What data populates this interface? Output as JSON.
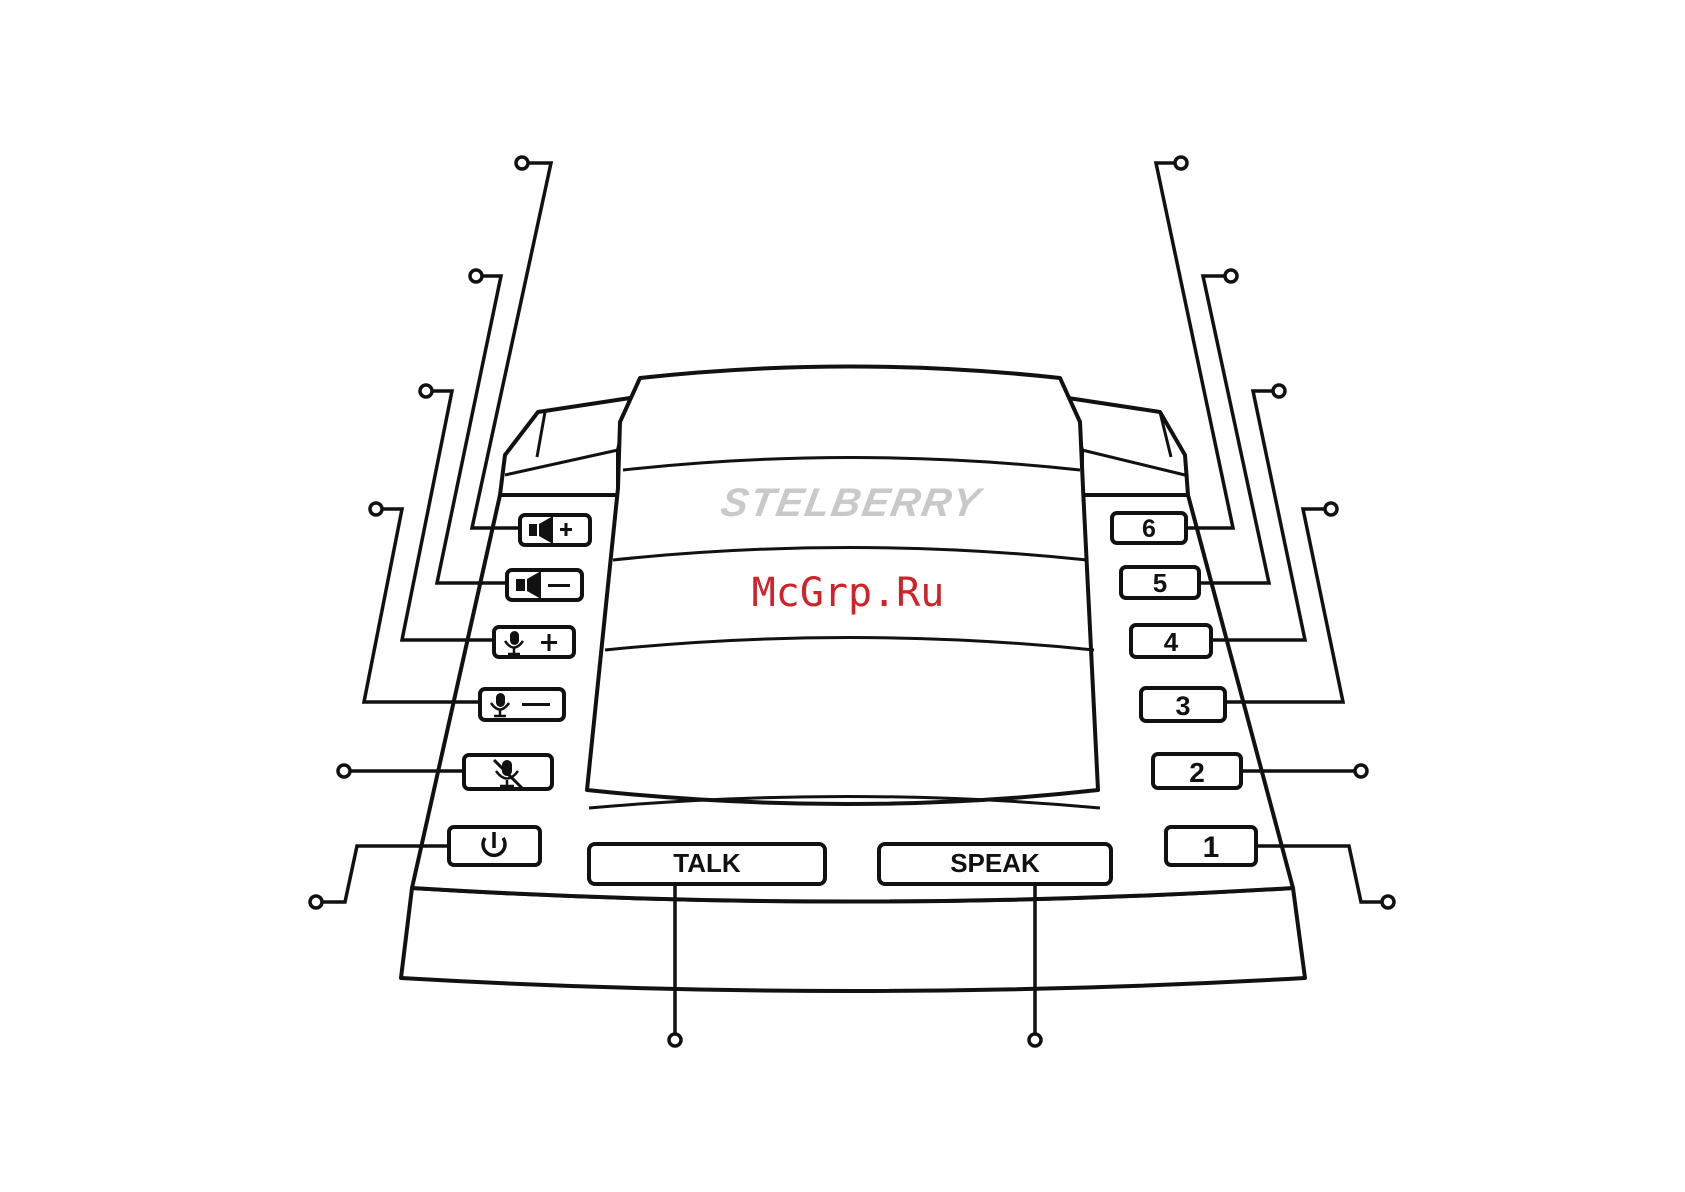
{
  "brand": "STELBERRY",
  "watermark": "McGrp.Ru",
  "left_keys": [
    {
      "name": "speaker-volume-up-key",
      "icon": "speaker-plus-icon"
    },
    {
      "name": "speaker-volume-down-key",
      "icon": "speaker-minus-icon"
    },
    {
      "name": "mic-gain-up-key",
      "icon": "mic-plus-icon"
    },
    {
      "name": "mic-gain-down-key",
      "icon": "mic-minus-icon"
    },
    {
      "name": "mic-mute-key",
      "icon": "mic-muted-icon"
    },
    {
      "name": "power-key",
      "icon": "power-icon"
    }
  ],
  "right_keys": [
    {
      "name": "key-6",
      "label": "6"
    },
    {
      "name": "key-5",
      "label": "5"
    },
    {
      "name": "key-4",
      "label": "4"
    },
    {
      "name": "key-3",
      "label": "3"
    },
    {
      "name": "key-2",
      "label": "2"
    },
    {
      "name": "key-1",
      "label": "1"
    }
  ],
  "bottom_keys": [
    {
      "name": "talk-key",
      "label": "TALK"
    },
    {
      "name": "speak-key",
      "label": "SPEAK"
    }
  ]
}
